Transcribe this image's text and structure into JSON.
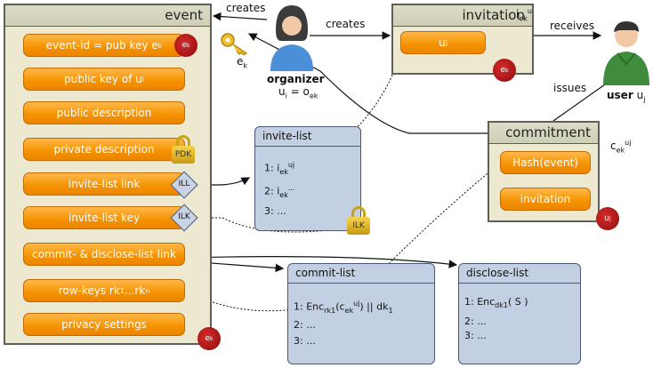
{
  "event": {
    "title": "event",
    "fields": [
      "event-id = pub key e",
      "public key of u",
      "public description",
      "private description",
      "invite-list link",
      "invite-list key",
      "commit- & disclose-list link",
      "row-keys rk",
      "privacy settings"
    ],
    "event_id_sub": "k",
    "public_key_sub": "i",
    "row_keys_sub1": "1",
    "row_keys_mid": "...rk",
    "row_keys_subn": "n",
    "pdk": "PDK",
    "ill": "ILL",
    "ilk": "ILK",
    "seal": "e",
    "seal_sub": "k"
  },
  "organizer": {
    "label": "organizer",
    "eq": "u",
    "eq_sub": "i",
    "eq_rest": " = o",
    "eq_sub2": "ek"
  },
  "key_label": "e",
  "key_label_sub": "k",
  "creates_left": "creates",
  "creates_right": "creates",
  "invitation": {
    "title": "invitation",
    "field": "u",
    "field_sub": "j",
    "seal": "e",
    "seal_sub": "k"
  },
  "iek": {
    "main": "i",
    "sub": "ek",
    "sup": "u"
  },
  "receives": "receives",
  "issues": "issues",
  "user": {
    "label": "user",
    "sub": "u",
    "subsub": "j"
  },
  "commitment": {
    "title": "commitment",
    "fields": [
      "Hash(event)",
      "invitation"
    ],
    "seal": "u",
    "seal_sub": "j"
  },
  "cek": {
    "main": "c",
    "sub": "ek",
    "sup": "uj"
  },
  "invite_list": {
    "title": "invite-list",
    "rows": [
      "1: i",
      "2: i",
      "3: ..."
    ],
    "row_sub": "ek",
    "row1_sup": "uj",
    "row2_sup": "...",
    "lock": "ILK"
  },
  "commit_list": {
    "title": "commit-list",
    "row1_a": "1: Enc",
    "row1_sub": "rk1",
    "row1_b": "(c",
    "row1_sub2": "ek",
    "row1_sup": "uj",
    "row1_c": ") || dk",
    "row1_sub3": "1",
    "row2": "2: ...",
    "row3": "3: ..."
  },
  "disclose_list": {
    "title": "disclose-list",
    "row1_a": "1: Enc",
    "row1_sub": "dk1",
    "row1_b": "( S )",
    "row2": "2: ...",
    "row3": "3: ..."
  }
}
